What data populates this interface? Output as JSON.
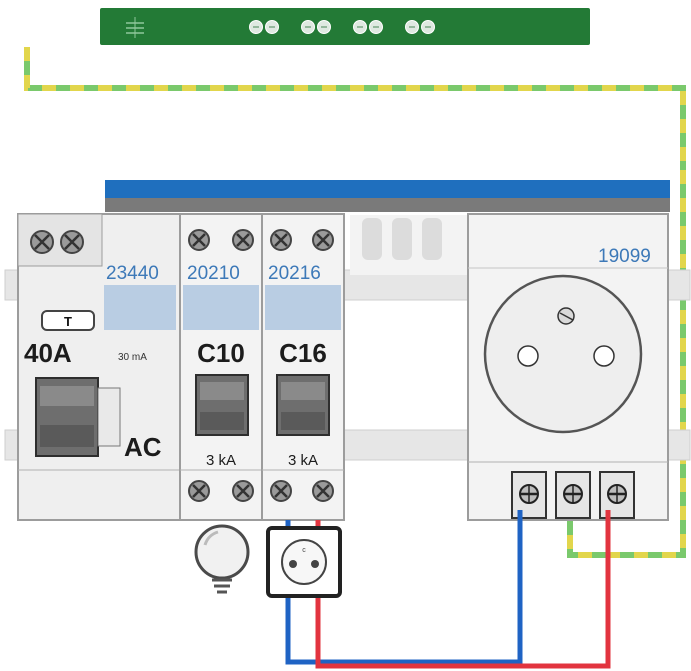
{
  "colors": {
    "bus_bar": "#1f6fbe",
    "wire_blue": "#1f63c4",
    "wire_red": "#e2343f",
    "earth_green": "#7ac96c",
    "earth_yellow": "#e2d64c",
    "ref_text": "#3d79b8",
    "comb_green": "#237a36"
  },
  "top_comb": {
    "icon": "comb-menu-icon",
    "terminal_pairs": 4
  },
  "rcd": {
    "ref": "23440",
    "type_badge": "T",
    "rating": "40A",
    "sensitivity": "30 mA",
    "class": "AC"
  },
  "breakers": [
    {
      "ref": "20210",
      "rating": "C10",
      "breaking_capacity": "3 kA"
    },
    {
      "ref": "20216",
      "rating": "C16",
      "breaking_capacity": "3 kA"
    }
  ],
  "socket_module": {
    "ref": "19099",
    "terminals": 3
  },
  "loads": [
    {
      "icon": "light-bulb-icon"
    },
    {
      "icon": "socket-outlet-icon",
      "mark": "c"
    }
  ]
}
